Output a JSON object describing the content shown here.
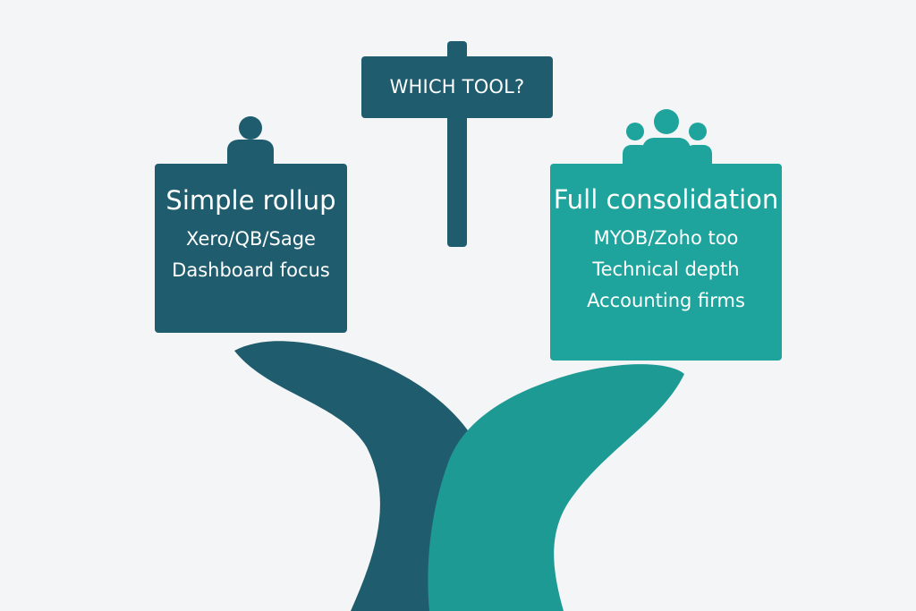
{
  "colors": {
    "dark_teal": "#1f5d6e",
    "light_teal": "#1ea49c",
    "background": "#f4f5f6"
  },
  "sign": {
    "label": "WHICH TOOL?"
  },
  "paths": {
    "left": {
      "icon": "person-icon",
      "title": "Simple rollup",
      "items": [
        "Xero/QB/Sage",
        "Dashboard focus"
      ]
    },
    "right": {
      "icon": "group-icon",
      "title": "Full consolidation",
      "items": [
        "MYOB/Zoho too",
        "Technical depth",
        "Accounting firms"
      ]
    }
  }
}
